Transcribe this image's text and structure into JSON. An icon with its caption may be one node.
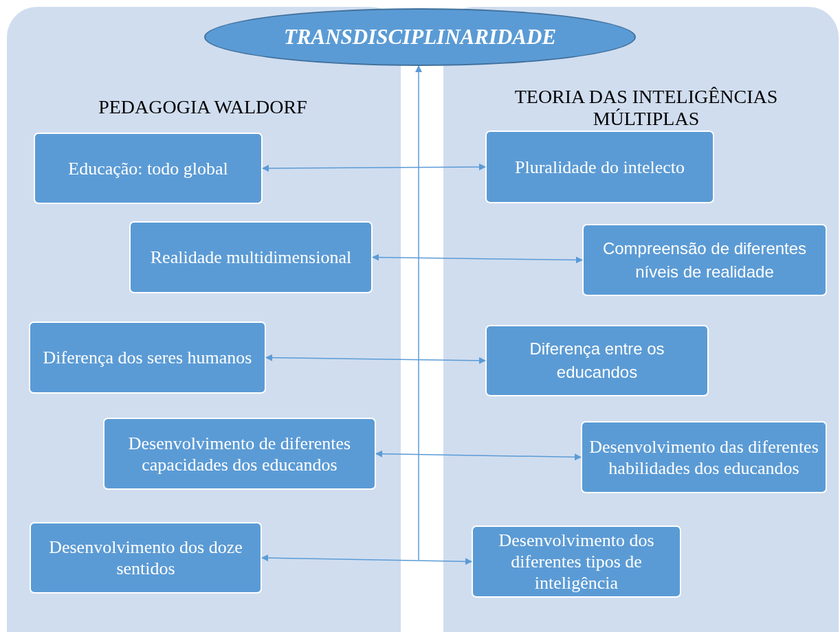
{
  "diagram": {
    "nodes": [
      {
        "text": [
          "TRANSDISCIPLINARIDADE"
        ]
      },
      {
        "text": [
          "PEDAGOGIA WALDORF"
        ]
      },
      {
        "text": [
          "TEORIA DAS INTELIGÊNCIAS MÚLTIPLAS"
        ]
      },
      {
        "text": [
          "Educação: todo global"
        ],
        "in": 1
      },
      {
        "text": [
          "Pluralidade do intelecto"
        ],
        "in": 2
      },
      {
        "text": [
          "Realidade multidimensional"
        ],
        "in": 1
      },
      {
        "text": [
          "Compreensão de diferentes níveis de realidade"
        ],
        "in": 2
      },
      {
        "text": [
          "Diferença dos seres humanos"
        ],
        "in": 1
      },
      {
        "text": [
          "Diferença entre os educandos"
        ],
        "in": 2
      },
      {
        "text": [
          "Desenvolvimento de diferentes capacidades dos educandos"
        ],
        "in": 1
      },
      {
        "text": [
          "Desenvolvimento das diferentes habilidades dos educandos"
        ],
        "in": 2
      },
      {
        "text": [
          "Desenvolvimento dos doze sentidos"
        ],
        "in": 1
      },
      {
        "text": [
          "Desenvolvimento dos diferentes tipos de inteligência"
        ],
        "in": 2
      }
    ],
    "edges": [
      {
        "from": null,
        "to": 0,
        "arrow": "to"
      },
      {
        "from": 3,
        "to": 4,
        "arrow": "both"
      },
      {
        "from": 5,
        "to": 6,
        "arrow": "both"
      },
      {
        "from": 7,
        "to": 8,
        "arrow": "both"
      },
      {
        "from": 9,
        "to": 10,
        "arrow": "both"
      },
      {
        "from": 11,
        "to": 12,
        "arrow": "both"
      }
    ]
  }
}
